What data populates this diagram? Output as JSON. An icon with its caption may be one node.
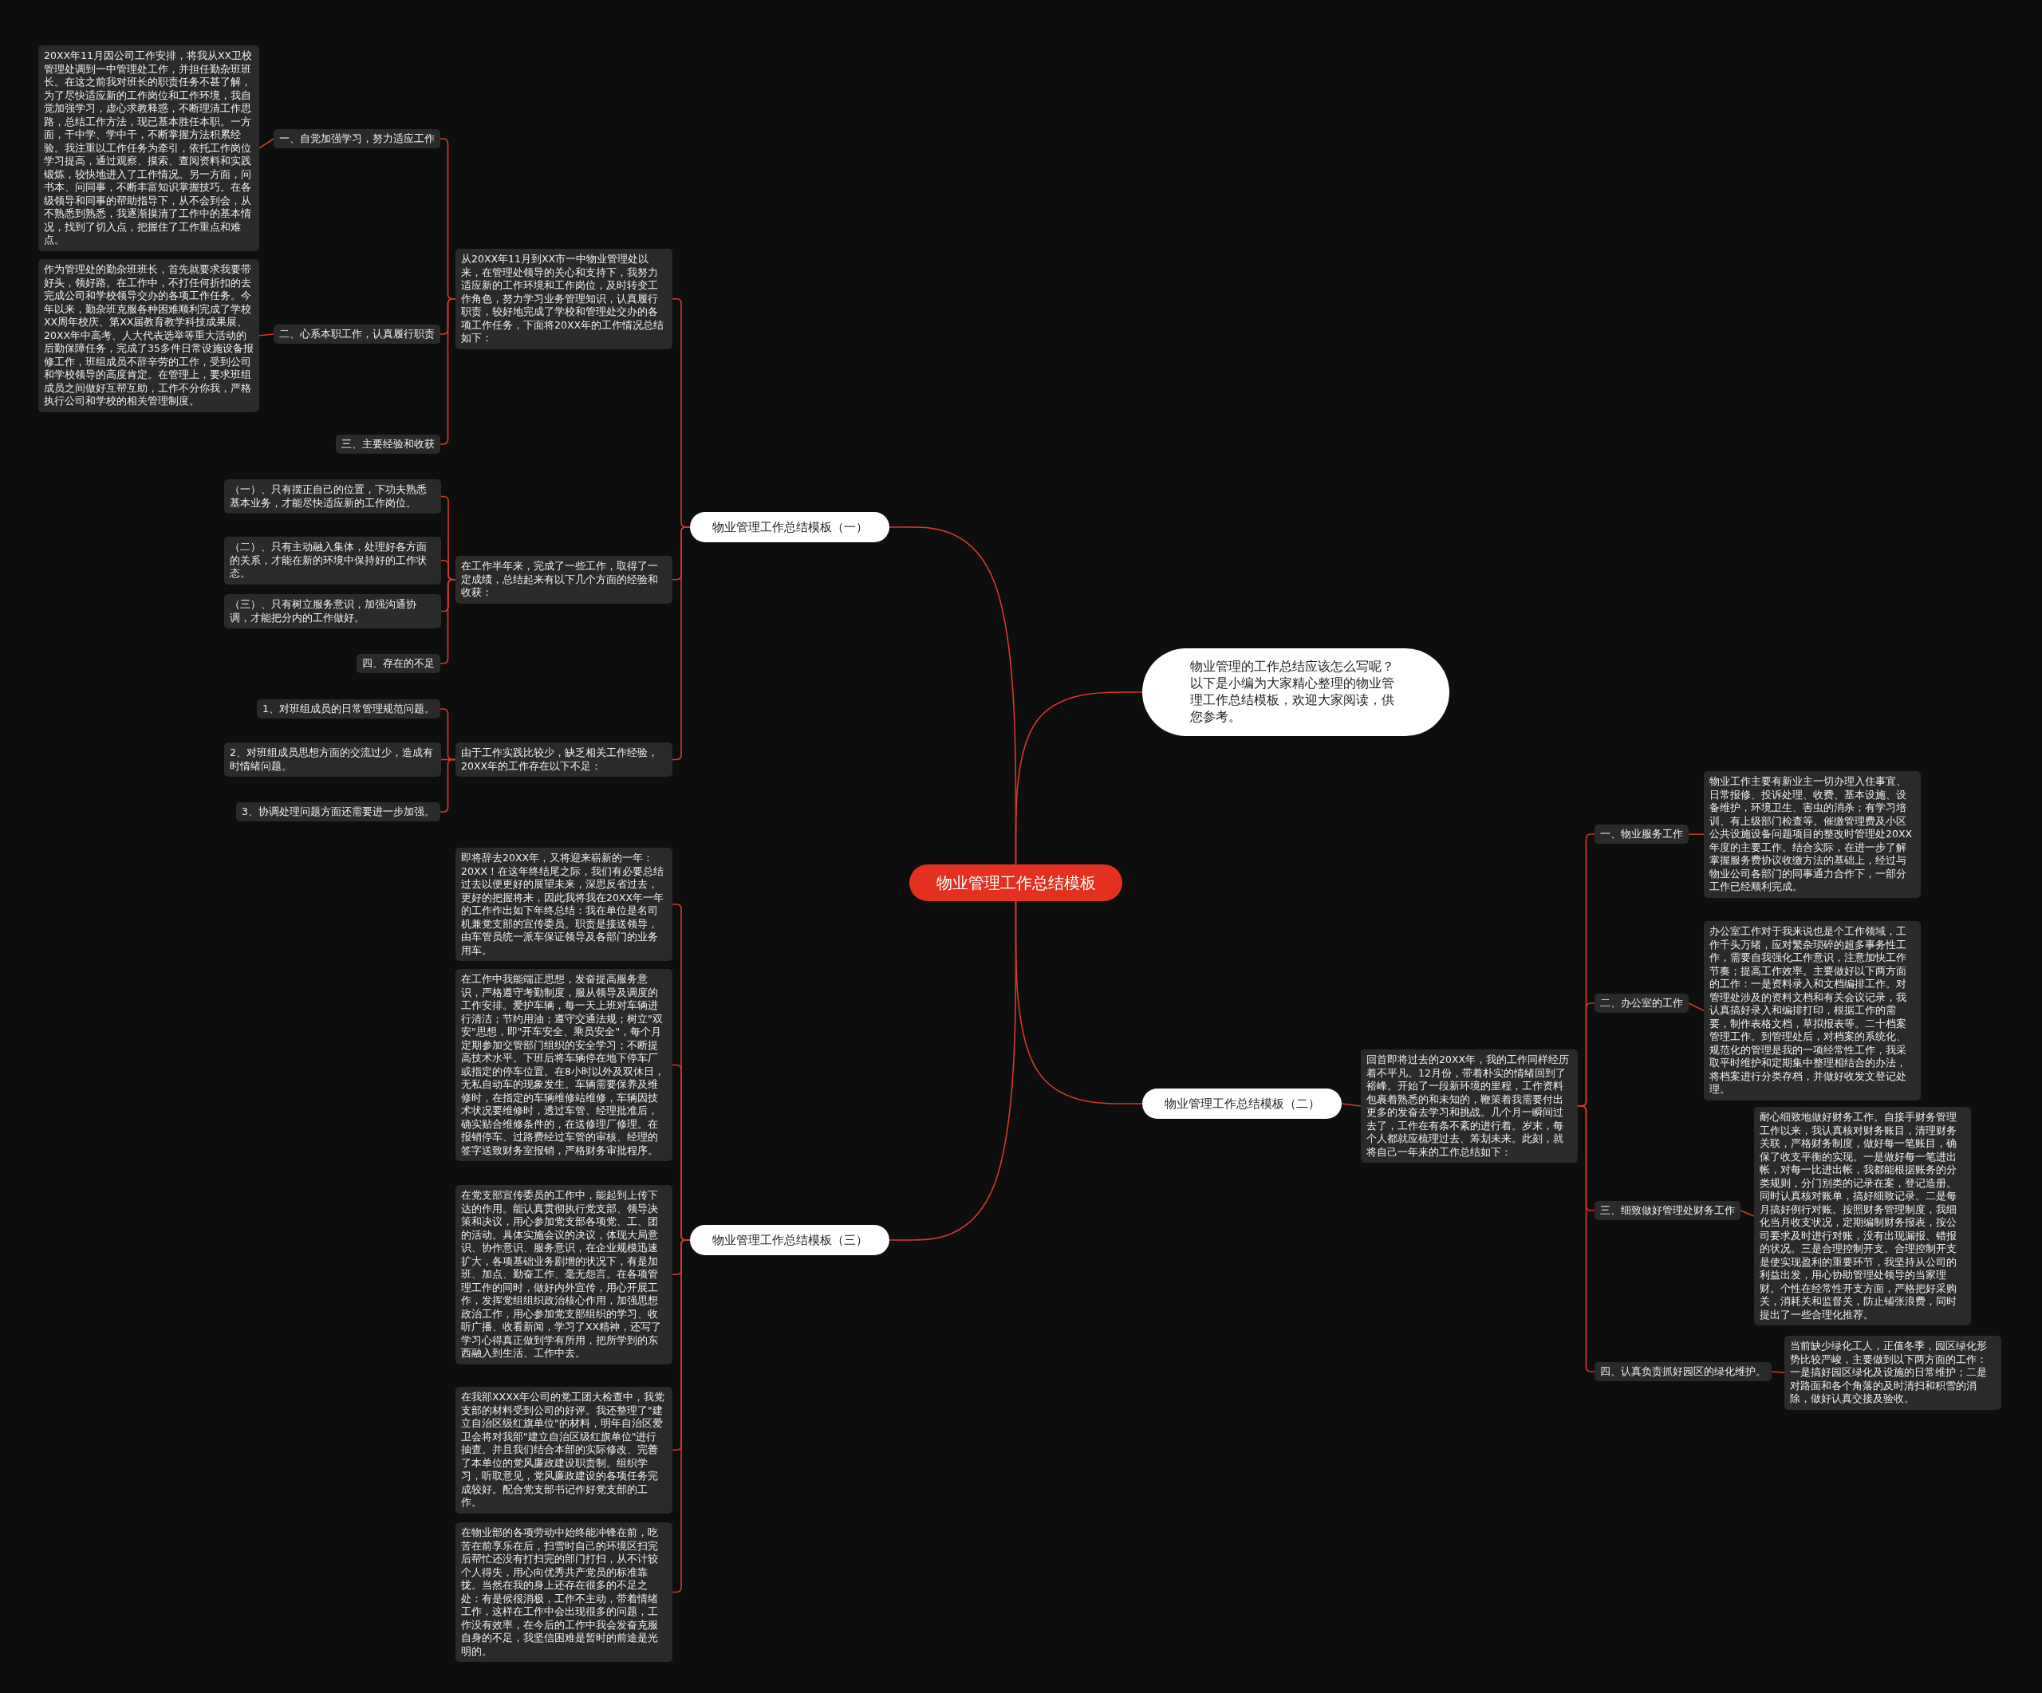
{
  "diagram": {
    "nodes": [
      {
        "text": [
          "物业管理工作总结模板"
        ]
      },
      {
        "text": [
          "物业管理的工作总结应该怎么写呢？以下是小编为大家精心整理的物业管理工作总结模板，欢迎大家阅读，供您参考。"
        ]
      },
      {
        "text": [
          "物业管理工作总结模板（一）"
        ]
      },
      {
        "text": [
          "物业管理工作总结模板（二）"
        ]
      },
      {
        "text": [
          "物业管理工作总结模板（三）"
        ]
      },
      {
        "text": [
          "从20XX年11月到XX市一中物业管理处以来，在管理处领导的关心和支持下，我努力适应新的工作环境和工作岗位，及时转变工作角色，努力学习业务管理知识，认真履行职责，较好地完成了学校和管理处交办的各项工作任务，下面将20XX年的工作情况总结如下："
        ]
      },
      {
        "text": [
          "一、自觉加强学习，努力适应工作"
        ]
      },
      {
        "text": [
          "20XX年11月因公司工作安排，将我从XX卫校管理处调到一中管理处工作，并担任勤杂班班长。在这之前我对班长的职责任务不甚了解，为了尽快适应新的工作岗位和工作环境，我自觉加强学习，虚心求教释惑，不断理清工作思路，总结工作方法，现已基本胜任本职。一方面，干中学、学中干，不断掌握方法积累经验。我注重以工作任务为牵引，依托工作岗位学习提高，通过观察、摸索、查阅资料和实践锻炼，较快地进入了工作情况。另一方面，问书本、问同事，不断丰富知识掌握技巧。在各级领导和同事的帮助指导下，从不会到会，从不熟悉到熟悉，我逐渐摸清了工作中的基本情况，找到了切入点，把握住了工作重点和难点。"
        ]
      },
      {
        "text": [
          "二、心系本职工作，认真履行职责"
        ]
      },
      {
        "text": [
          "作为管理处的勤杂班班长，首先就要求我要带好头，领好路。在工作中，不打任何折扣的去完成公司和学校领导交办的各项工作任务。今年以来，勤杂班克服各种困难顺利完成了学校XX周年校庆、第XX届教育教学科技成果展、20XX年中高考、人大代表选举等重大活动的后勤保障任务，完成了35多件日常设施设备报修工作，班组成员不辞辛劳的工作，受到公司和学校领导的高度肯定。在管理上，要求班组成员之间做好互帮互助，工作不分你我，严格执行公司和学校的相关管理制度。"
        ]
      },
      {
        "text": [
          "三、主要经验和收获"
        ]
      },
      {
        "text": [
          "在工作半年来，完成了一些工作，取得了一定成绩，总结起来有以下几个方面的经验和收获："
        ]
      },
      {
        "text": [
          "（一）、只有摆正自己的位置，下功夫熟悉基本业务，才能尽快适应新的工作岗位。"
        ]
      },
      {
        "text": [
          "（二）、只有主动融入集体，处理好各方面的关系，才能在新的环境中保持好的工作状态。"
        ]
      },
      {
        "text": [
          "（三）、只有树立服务意识，加强沟通协调，才能把分内的工作做好。"
        ]
      },
      {
        "text": [
          "四、存在的不足"
        ]
      },
      {
        "text": [
          "由于工作实践比较少，缺乏相关工作经验，20XX年的工作存在以下不足："
        ]
      },
      {
        "text": [
          "1、对班组成员的日常管理规范问题。"
        ]
      },
      {
        "text": [
          "2、对班组成员思想方面的交流过少，造成有时情绪问题。"
        ]
      },
      {
        "text": [
          "3、协调处理问题方面还需要进一步加强。"
        ]
      },
      {
        "text": [
          "即将辞去20XX年，又将迎来崭新的一年：20XX！在这年终结尾之际，我们有必要总结过去以便更好的展望未来，深思反省过去，更好的把握将来，因此我将我在20XX年一年的工作作出如下年终总结：我在单位是名司机兼党支部的宣传委员。职责是接送领导，由车管员统一派车保证领导及各部门的业务用车。"
        ]
      },
      {
        "text": [
          "在工作中我能端正思想，发奋提高服务意识，严格遵守考勤制度，服从领导及调度的工作安排。爱护车辆，每一天上班对车辆进行清洁；节约用油；遵守交通法规；树立\"双安\"思想，即\"开车安全、乘员安全\"，每个月定期参加交管部门组织的安全学习；不断提高技术水平。下班后将车辆停在地下停车厂或指定的停车位置。在8小时以外及双休日，无私自动车的现象发生。车辆需要保养及维修时，在指定的车辆维修站维修，车辆因技术状况要维修时，透过车管、经理批准后，确实贴合维修条件的，在送修理厂修理。在报销停车、过路费经过车管的审核、经理的签字送致财务室报销，严格财务审批程序。"
        ]
      },
      {
        "text": [
          "在党支部宣传委员的工作中，能起到上传下达的作用。能认真贯彻执行党支部、领导决策和决议，用心参加党支部各项党、工、团的活动。具体实施会议的决议，体现大局意识、协作意识、服务意识，在企业规模迅速扩大，各项基础业务剧增的状况下，有是加班、加点、勤奋工作、毫无怨言。在各项管理工作的同时，做好内外宣传，用心开展工作，发挥党组组织政治核心作用，加强思想政治工作，用心参加党支部组织的学习、收听广播、收看新闻，学习了XX精神，还写了学习心得真正做到学有所用，把所学到的东西融入到生活、工作中去。"
        ]
      },
      {
        "text": [
          "在我部XXXX年公司的党工团大检查中，我党支部的材料受到公司的好评。我还整理了\"建立自治区级红旗单位\"的材料，明年自治区爱卫会将对我部\"建立自治区级红旗单位\"进行抽查。并且我们结合本部的实际修改、完善了本单位的党风廉政建设职责制。组织学习，听取意见，党风廉政建设的各项任务完成较好。配合党支部书记作好党支部的工作。"
        ]
      },
      {
        "text": [
          "在物业部的各项劳动中始终能冲锋在前，吃苦在前享乐在后，扫雪时自己的环境区扫完后帮忙还没有打扫完的部门打扫，从不计较个人得失，用心向优秀共产党员的标准靠拢。当然在我的身上还存在很多的不足之处：有是候很消极，工作不主动，带着情绪工作，这样在工作中会出现很多的问题，工作没有效率，在今后的工作中我会发奋克服自身的不足，我坚信困难是暂时的前途是光明的。"
        ]
      },
      {
        "text": [
          "回首即将过去的20XX年，我的工作同样经历着不平凡。12月份，带着朴实的情绪回到了裕峰。开始了一段新环境的里程，工作资料包裹着熟悉的和未知的，鞭策着我需要付出更多的发奋去学习和挑战。几个月一瞬间过去了，工作在有条不紊的进行着。岁末，每个人都就应梳理过去、筹划未来。此刻，就将自己一年来的工作总结如下："
        ]
      },
      {
        "text": [
          "一、物业服务工作"
        ]
      },
      {
        "text": [
          "物业工作主要有新业主一切办理入住事宜、日常报修、投诉处理、收费、基本设施、设备维护，环境卫生、害虫的消杀；有学习培训、有上级部门检查等。催缴管理费及小区公共设施设备问题项目的整改时管理处20XX年度的主要工作。结合实际，在进一步了解掌握服务费协议收缴方法的基础上，经过与物业公司各部门的同事通力合作下，一部分工作已经顺利完成。"
        ]
      },
      {
        "text": [
          "二、办公室的工作"
        ]
      },
      {
        "text": [
          "办公室工作对于我来说也是个工作领域，工作千头万绪，应对繁杂琐碎的超多事务性工作，需要自我强化工作意识，注意加快工作节奏；提高工作效率。主要做好以下两方面的工作：一是资料录入和文档编排工作。对管理处涉及的资料文档和有关会议记录，我认真搞好录入和编排打印，根据工作的需要，制作表格文档，草拟报表等。二十档案管理工作。到管理处后，对档案的系统化、规范化的管理是我的一项经常性工作，我采取平时维护和定期集中整理相结合的办法，将档案进行分类存档，并做好收发文登记处理。"
        ]
      },
      {
        "text": [
          "三、细致做好管理处财务工作"
        ]
      },
      {
        "text": [
          "耐心细致地做好财务工作。自接手财务管理工作以来，我认真核对财务账目，清理财务关联，严格财务制度，做好每一笔账目，确保了收支平衡的实现。一是做好每一笔进出帐，对每一比进出帐，我都能根据账务的分类规则，分门别类的记录在案，登记造册。同时认真核对账单，搞好细致记录。二是每月搞好例行对账。按照财务管理制度，我细化当月收支状况，定期编制财务报表，按公司要求及时进行对账，没有出现漏报、错报的状况。三是合理控制开支。合理控制开支是使实现盈利的重要环节，我坚持从公司的利益出发，用心协助管理处领导的当家理财。个性在经常性开支方面，严格把好采购关，消耗关和监督关，防止铺张浪费，同时提出了一些合理化推荐。"
        ]
      },
      {
        "text": [
          "四、认真负责抓好园区的绿化维护。"
        ]
      },
      {
        "text": [
          "当前缺少绿化工人，正值冬季，园区绿化形势比较严峻，主要做到以下两方面的工作：一是搞好园区绿化及设施的日常维护；二是对路面和各个角落的及时清扫和积雪的消除，做好认真交接及验收。"
        ]
      }
    ],
    "edges": [
      {
        "from": 0,
        "to": 1,
        "arrow": "none"
      },
      {
        "from": 0,
        "to": 2,
        "arrow": "none"
      },
      {
        "from": 0,
        "to": 3,
        "arrow": "none"
      },
      {
        "from": 0,
        "to": 4,
        "arrow": "none"
      },
      {
        "from": 2,
        "to": 5,
        "arrow": "none"
      },
      {
        "from": 2,
        "to": 11,
        "arrow": "none"
      },
      {
        "from": 2,
        "to": 16,
        "arrow": "none"
      },
      {
        "from": 5,
        "to": 6,
        "arrow": "none"
      },
      {
        "from": 5,
        "to": 8,
        "arrow": "none"
      },
      {
        "from": 5,
        "to": 10,
        "arrow": "none"
      },
      {
        "from": 6,
        "to": 7,
        "arrow": "none"
      },
      {
        "from": 8,
        "to": 9,
        "arrow": "none"
      },
      {
        "from": 11,
        "to": 12,
        "arrow": "none"
      },
      {
        "from": 11,
        "to": 13,
        "arrow": "none"
      },
      {
        "from": 11,
        "to": 14,
        "arrow": "none"
      },
      {
        "from": 11,
        "to": 15,
        "arrow": "none"
      },
      {
        "from": 16,
        "to": 17,
        "arrow": "none"
      },
      {
        "from": 16,
        "to": 18,
        "arrow": "none"
      },
      {
        "from": 16,
        "to": 19,
        "arrow": "none"
      },
      {
        "from": 4,
        "to": 20,
        "arrow": "none"
      },
      {
        "from": 4,
        "to": 21,
        "arrow": "none"
      },
      {
        "from": 4,
        "to": 22,
        "arrow": "none"
      },
      {
        "from": 4,
        "to": 23,
        "arrow": "none"
      },
      {
        "from": 4,
        "to": 24,
        "arrow": "none"
      },
      {
        "from": 3,
        "to": 25,
        "arrow": "none"
      },
      {
        "from": 25,
        "to": 26,
        "arrow": "none"
      },
      {
        "from": 25,
        "to": 28,
        "arrow": "none"
      },
      {
        "from": 25,
        "to": 30,
        "arrow": "none"
      },
      {
        "from": 25,
        "to": 32,
        "arrow": "none"
      },
      {
        "from": 26,
        "to": 27,
        "arrow": "none"
      },
      {
        "from": 28,
        "to": 29,
        "arrow": "none"
      },
      {
        "from": 30,
        "to": 31,
        "arrow": "none"
      },
      {
        "from": 32,
        "to": 33,
        "arrow": "none"
      }
    ]
  }
}
